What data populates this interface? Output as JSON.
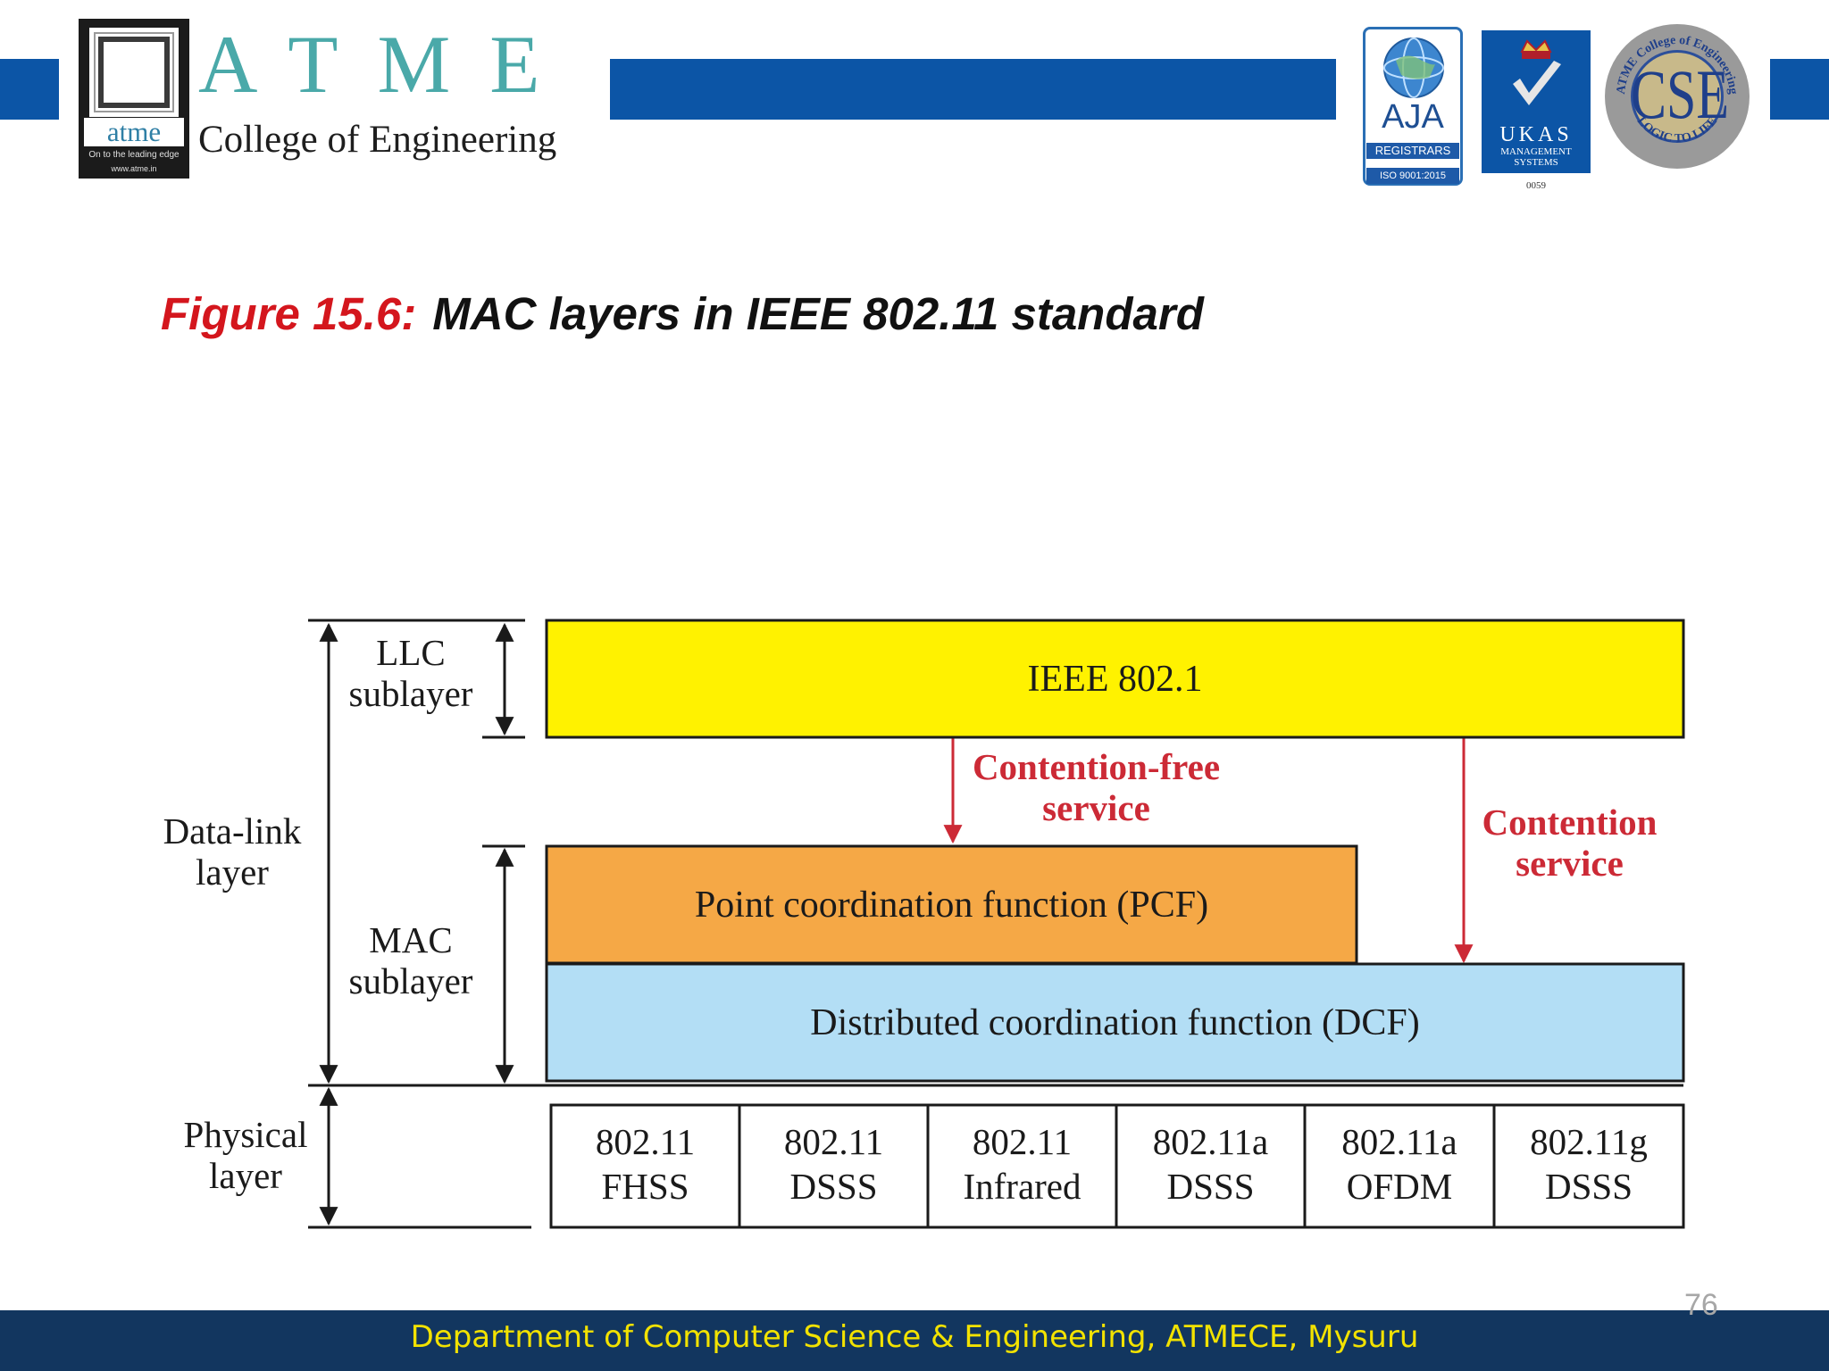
{
  "header": {
    "logo_word": "atme",
    "logo_tagline": "On to the leading edge",
    "logo_url": "www.atme.in",
    "brand_letters": "ATME",
    "brand_subtitle": "College of Engineering",
    "badges": {
      "aja_title": "AJA",
      "aja_sub": "REGISTRARS",
      "aja_iso": "ISO 9001:2015",
      "ukas_title": "UKAS",
      "ukas_sub1": "MANAGEMENT",
      "ukas_sub2": "SYSTEMS",
      "ukas_code": "0059",
      "cse_center": "CSE",
      "cse_ring_top": "ATME College of Engineering",
      "cse_ring_bottom": "LOGIC TO LIFE"
    }
  },
  "figure": {
    "number": "Figure 15.6:",
    "title": "MAC layers in IEEE 802.11 standard"
  },
  "diagram": {
    "left_labels": {
      "llc_line1": "LLC",
      "llc_line2": "sublayer",
      "datalink_line1": "Data-link",
      "datalink_line2": "layer",
      "mac_line1": "MAC",
      "mac_line2": "sublayer",
      "physical_line1": "Physical",
      "physical_line2": "layer"
    },
    "boxes": {
      "ieee": "IEEE 802.1",
      "pcf": "Point coordination function (PCF)",
      "dcf": "Distributed coordination function (DCF)"
    },
    "services": {
      "free_line1": "Contention-free",
      "free_line2": "service",
      "contention_line1": "Contention",
      "contention_line2": "service"
    },
    "physical_cells": [
      {
        "line1": "802.11",
        "line2": "FHSS"
      },
      {
        "line1": "802.11",
        "line2": "DSSS"
      },
      {
        "line1": "802.11",
        "line2": "Infrared"
      },
      {
        "line1": "802.11a",
        "line2": "DSSS"
      },
      {
        "line1": "802.11a",
        "line2": "OFDM"
      },
      {
        "line1": "802.11g",
        "line2": "DSSS"
      }
    ],
    "colors": {
      "ieee_fill": "#fff200",
      "pcf_fill": "#f5a846",
      "dcf_fill": "#b3def5",
      "arrow_red": "#cc2a36"
    }
  },
  "footer": {
    "text": "Department of Computer Science & Engineering, ATMECE, Mysuru",
    "slide_number": "76"
  }
}
